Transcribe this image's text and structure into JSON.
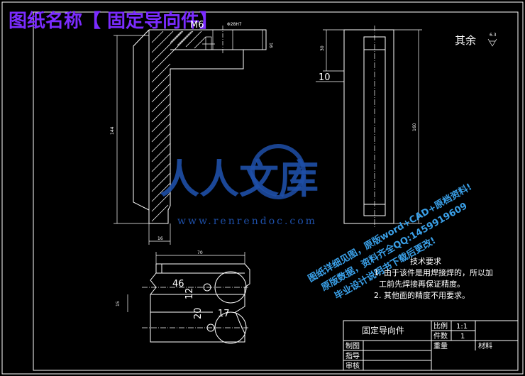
{
  "header": {
    "title": "图纸名称【 固定导向件】",
    "title_color": "#7b2cff"
  },
  "roughness": {
    "label": "其余",
    "value": "6.3"
  },
  "dimensions": {
    "thread": "M6",
    "fit": "Φ28H7",
    "d16a": "16",
    "d144": "144",
    "d16b": "16",
    "d30": "30",
    "d10": "10",
    "d160": "160",
    "d70": "70",
    "d46": "46",
    "d12": "12",
    "d15": "15",
    "d20": "20",
    "d17": "17"
  },
  "watermark": {
    "brand": "人人文库",
    "url": "www.renrendoc.com",
    "promo_lines": [
      "图纸详细见图，原版word+CAD+原档资料!",
      "原版数据，资料齐全QQ:1459919609",
      "毕业设计说明书下载后更改!"
    ],
    "brand_color": "#1e4fa8",
    "promo_color": "#3aa0e8"
  },
  "technical_requirements": {
    "heading": "技术要求",
    "items": [
      "1. 由于该件是用焊接焊的，所以加",
      "工前先焊接再保证精度。",
      "2. 其他面的精度不用要求。"
    ]
  },
  "title_block": {
    "part_name": "固定导向件",
    "scale_label": "比例",
    "scale_value": "1:1",
    "qty_label": "件数",
    "qty_value": "1",
    "weight_label": "重量",
    "material_label": "材料",
    "drawn_label": "制图",
    "design_label": "指导",
    "check_label": "审核"
  }
}
